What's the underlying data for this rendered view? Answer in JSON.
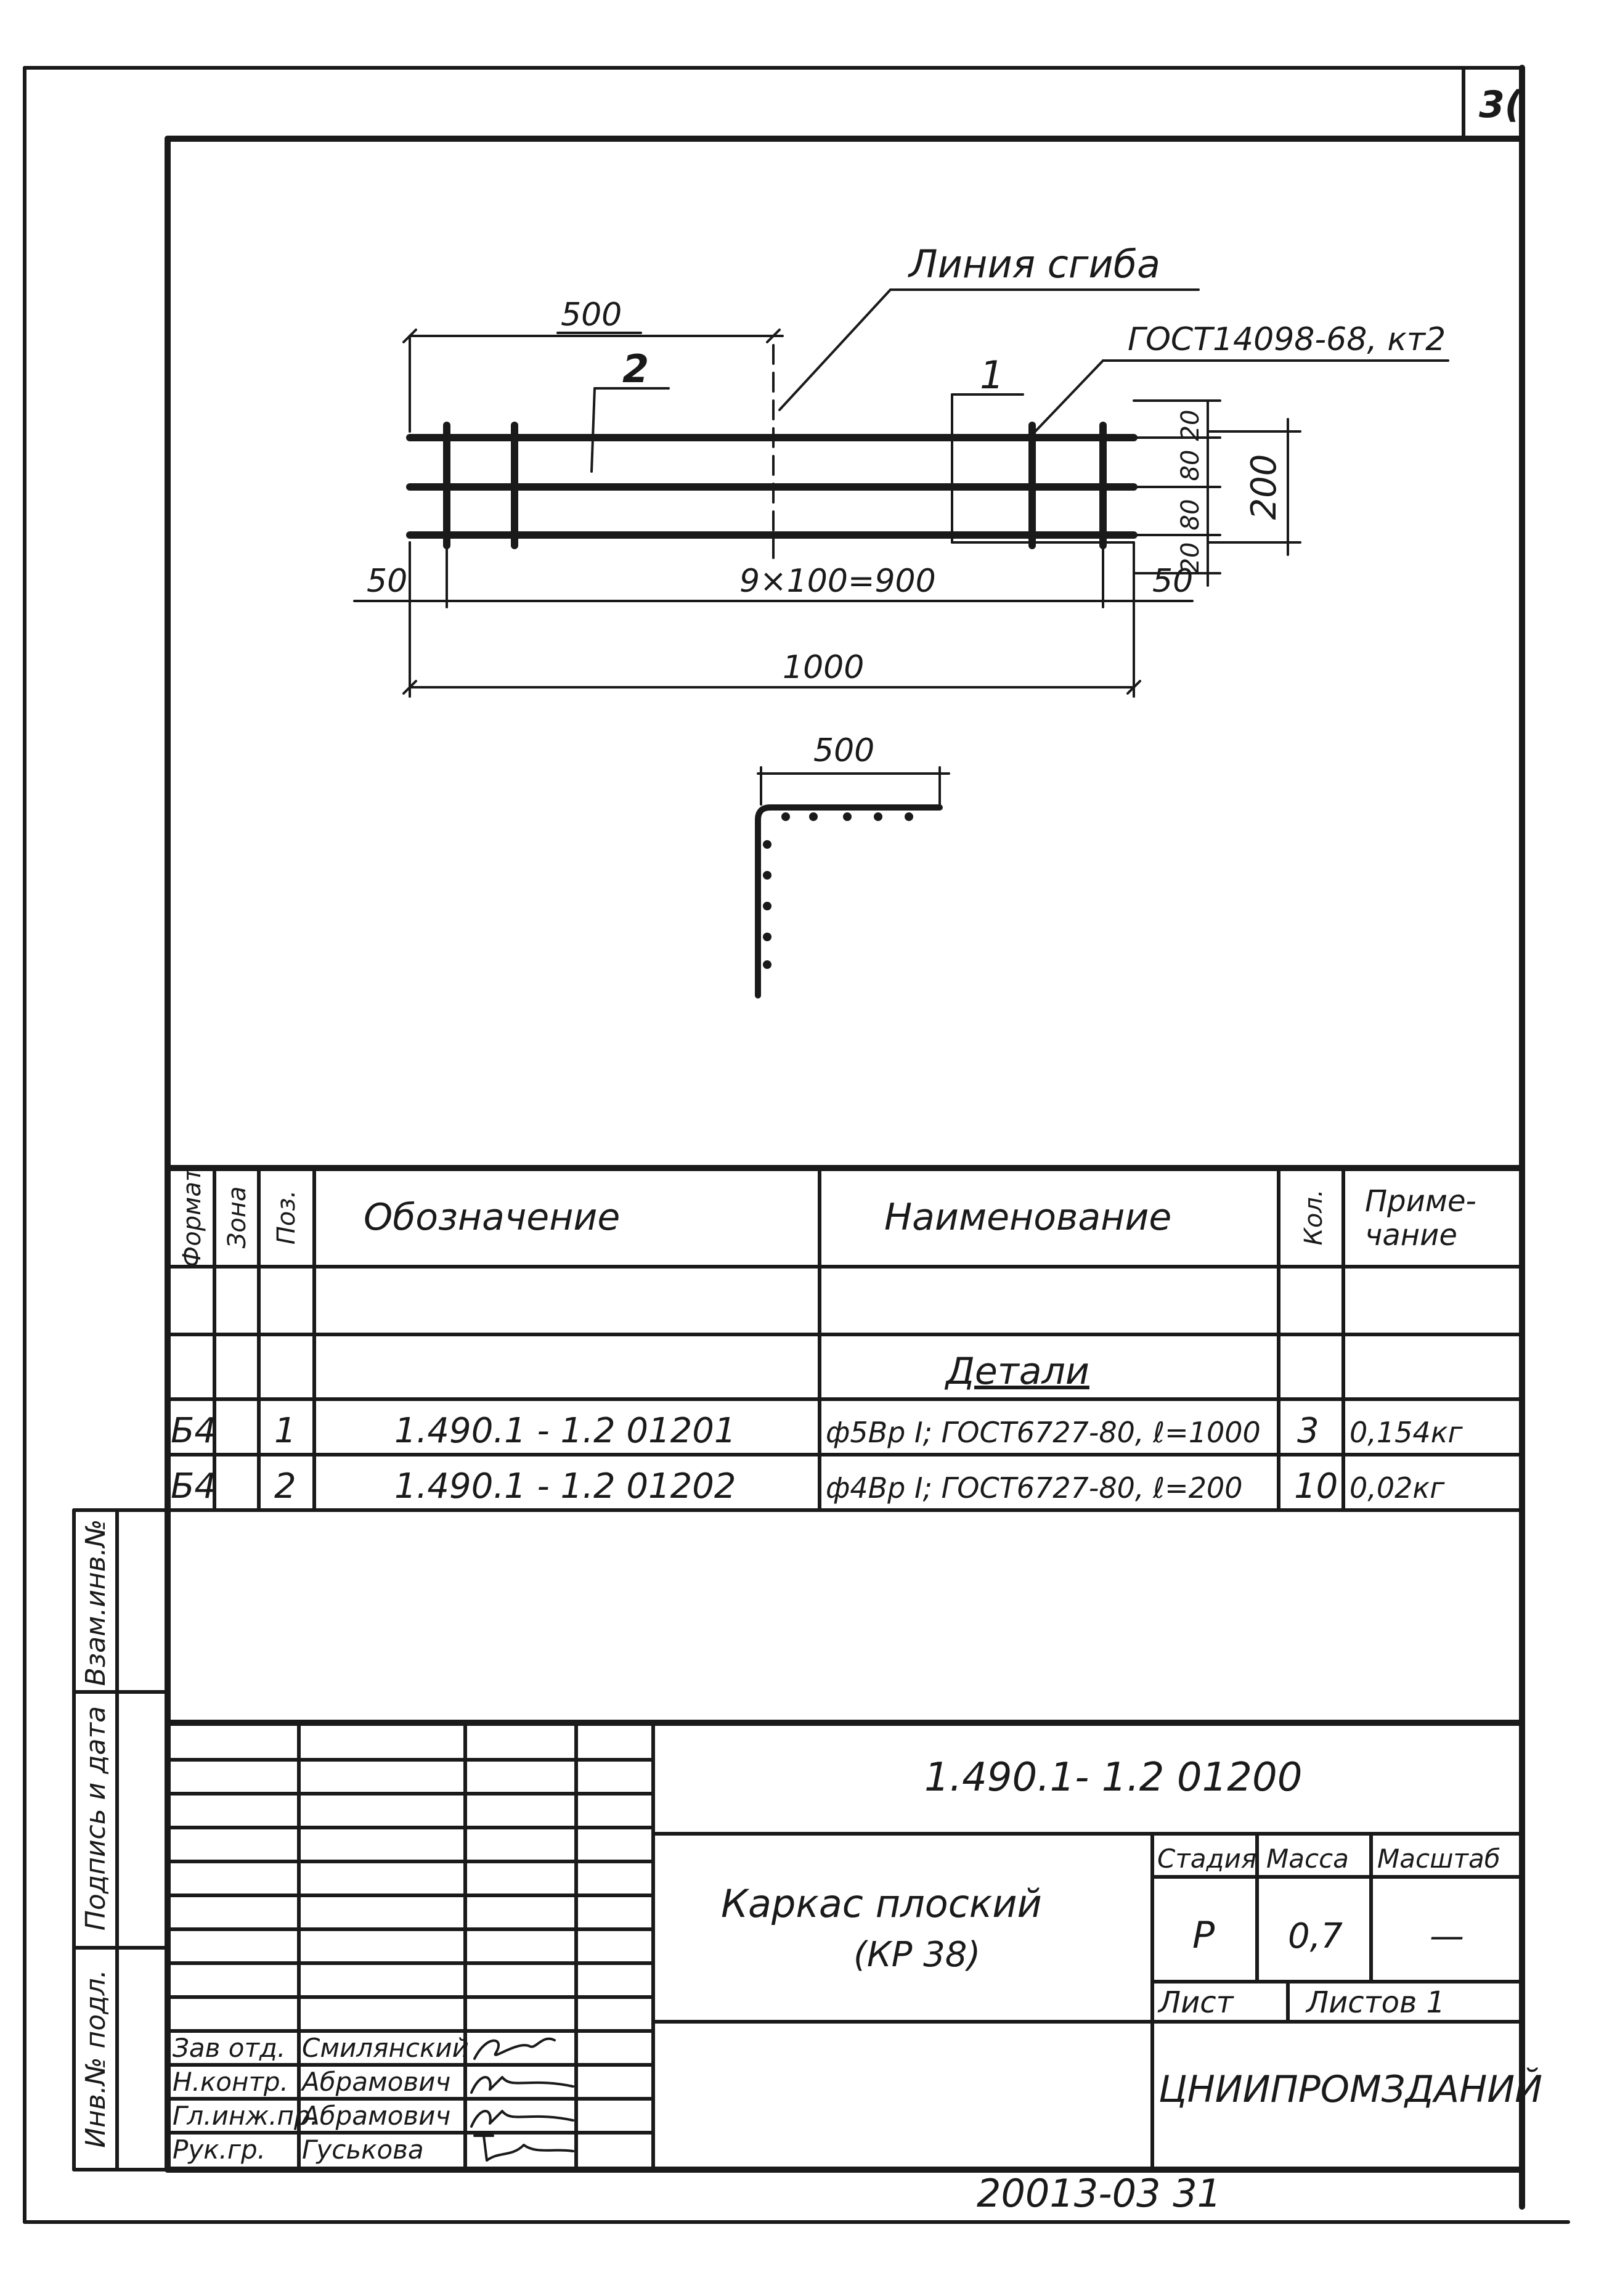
{
  "page_number": "3(",
  "drawing": {
    "callout_bend_line": "Линия сгиба",
    "callout_weld": "ГОСТ14098-68, кт2",
    "dim_500": "500",
    "dim_20_top": "20",
    "dim_80_top": "80",
    "dim_80_bottom": "80",
    "dim_20_bottom": "20",
    "dim_200": "200",
    "dim_50_left": "50",
    "dim_spacing": "9×100=900",
    "dim_50_right": "50",
    "dim_1000": "1000",
    "pos_2": "2",
    "pos_1": "1",
    "bent_dim_500": "500"
  },
  "spec": {
    "headers": {
      "format": "Формат",
      "zone": "Зона",
      "pos": "Поз.",
      "designation": "Обозначение",
      "name": "Наименование",
      "qty": "Кол.",
      "note": "Приме-\nчание"
    },
    "section_title": "Детали",
    "rows": [
      {
        "format": "Б4",
        "pos": "1",
        "designation": "1.490.1 - 1.2  01201",
        "name": "ф5Вр I; ГОСТ6727-80, ℓ=1000",
        "qty": "3",
        "note": "0,154кг"
      },
      {
        "format": "Б4",
        "pos": "2",
        "designation": "1.490.1 - 1.2  01202",
        "name": "ф4Вр I; ГОСТ6727-80, ℓ=200",
        "qty": "10",
        "note": "0,02кг"
      }
    ]
  },
  "side_stamps": {
    "inv_orig": "Инв.№ подл.",
    "sign_date": "Подпись и дата",
    "replace_inv": "Взам.инв.№"
  },
  "title_block": {
    "doc_code": "1.490.1- 1.2  01200",
    "title_line1": "Каркас плоский",
    "title_line2": "(КР 38)",
    "stage_label": "Стадия",
    "mass_label": "Масса",
    "scale_label": "Масштаб",
    "stage_value": "Р",
    "mass_value": "0,7",
    "scale_value": "—",
    "sheet_label": "Лист",
    "sheets_label": "Листов 1",
    "org": "ЦНИИПРОМЗДАНИЙ",
    "roles": [
      {
        "role": "Зав отд.",
        "name": "Смилянский"
      },
      {
        "role": "Н.контр.",
        "name": "Абрамович"
      },
      {
        "role": "Гл.инж.пр.",
        "name": "Абрамович"
      },
      {
        "role": "Рук.гр.",
        "name": "Гуськова"
      }
    ]
  },
  "footer_code": "20013-03  31"
}
